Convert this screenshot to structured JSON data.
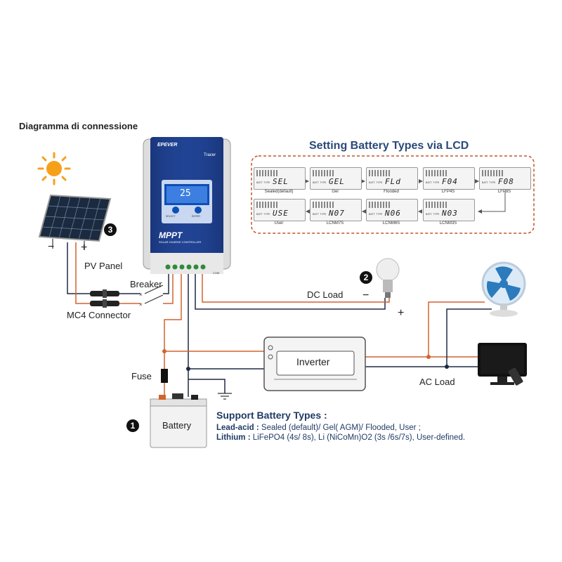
{
  "title": "Diagramma di connessione",
  "lcd_panel": {
    "title": "Setting Battery Types via LCD",
    "cards": [
      {
        "code": "SEL",
        "caption": "Sealed(default)",
        "small": "BATT. TYPE"
      },
      {
        "code": "GEL",
        "caption": "Gel",
        "small": "BATT. TYPE"
      },
      {
        "code": "FLd",
        "caption": "Flooded",
        "small": "BATT. TYPE"
      },
      {
        "code": "F04",
        "caption": "LFP4S",
        "small": "BATT. TYPE"
      },
      {
        "code": "F08",
        "caption": "LFP8S",
        "small": "BATT. TYPE"
      },
      {
        "code": "USE",
        "caption": "User",
        "small": "BATT. TYPE"
      },
      {
        "code": "N07",
        "caption": "LCNM7S",
        "small": "BATT. TYPE"
      },
      {
        "code": "N06",
        "caption": "LCNM6S",
        "small": "BATT. TYPE"
      },
      {
        "code": "N03",
        "caption": "LCNM3S",
        "small": "BATT. TYPE"
      }
    ]
  },
  "controller": {
    "brand": "EPEVER",
    "model": "Tracer",
    "display": "25",
    "mppt": "MPPT",
    "subtitle": "SOLAR CHARGE CONTROLLER",
    "btn_left": "SELECT",
    "btn_right": "ENTER",
    "com": "COM"
  },
  "labels": {
    "pv_panel": "PV Panel",
    "breaker": "Breaker",
    "mc4": "MC4 Connector",
    "dc_load": "DC Load",
    "fuse": "Fuse",
    "battery": "Battery",
    "inverter": "Inverter",
    "ac_load": "AC Load",
    "minus": "−",
    "plus": "+",
    "dc_minus": "−",
    "dc_plus": "+"
  },
  "badges": {
    "one": "1",
    "two": "2",
    "three": "3"
  },
  "support": {
    "heading": "Support Battery Types :",
    "line1_bold": "Lead-acid :",
    "line1_rest": " Sealed (default)/ Gel( AGM)/ Flooded, User ;",
    "line2_bold": "Lithium :",
    "line2_rest": " LiFePO4 (4s/ 8s), Li (NiCoMn)O2 (3s /6s/7s), User-defined."
  },
  "colors": {
    "positive_wire": "#d4622e",
    "negative_wire": "#1e2a44",
    "lcd_border": "#c0562a",
    "controller_blue": "#1e3f8f",
    "text_blue": "#1f3a66"
  }
}
